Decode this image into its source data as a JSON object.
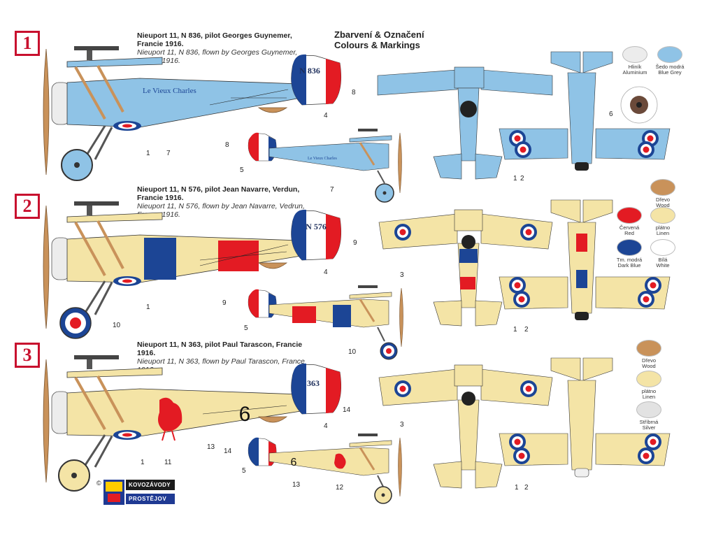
{
  "sections": [
    {
      "number": "1",
      "title_cz": "Nieuport 11, N 836, pilot Georges Guynemer, Francie 1916.",
      "title_en": "Nieuport 11, N 836, flown by Georges Guynemer, France 1916.",
      "fuselage_text": "Le Vieux Charles",
      "rudder_serial": "N 836",
      "callouts_large": [
        "8",
        "4",
        "7",
        "1"
      ],
      "callouts_small": [
        "8",
        "5",
        "7"
      ],
      "callouts_plan": [
        "6",
        "1",
        "2"
      ]
    },
    {
      "number": "2",
      "title_cz": "Nieuport 11, N 576, pilot Jean Navarre, Verdun, Francie 1916.",
      "title_en": "Nieuport 11, N 576, flown by Jean Navarre, Vedrun, France 1916.",
      "rudder_serial": "N 576",
      "callouts_large": [
        "9",
        "4",
        "1",
        "10"
      ],
      "callouts_small": [
        "9",
        "5",
        "10"
      ],
      "callouts_plan": [
        "3",
        "1",
        "2"
      ]
    },
    {
      "number": "3",
      "title_cz": "Nieuport 11, N 363, pilot Paul Tarascon, Francie 1916.",
      "title_en": "Nieuport 11, N 363, flown by Paul Tarascon, France 1916.",
      "rudder_serial": "363",
      "fuselage_number": "6",
      "callouts_large": [
        "14",
        "4",
        "13",
        "1",
        "11"
      ],
      "callouts_small": [
        "14",
        "5",
        "13",
        "12"
      ],
      "callouts_plan": [
        "3",
        "1",
        "2"
      ]
    }
  ],
  "heading": {
    "line1": "Zbarvení & Označení",
    "line2": "Colours & Markings"
  },
  "swatches_1": [
    {
      "cz": "Hliník",
      "en": "Aluminium",
      "color": "#ececec"
    },
    {
      "cz": "Šedo modrá",
      "en": "Blue Grey",
      "color": "#8fc3e6"
    }
  ],
  "swatches_2": [
    {
      "cz": "Dřevo",
      "en": "Wood",
      "color": "#c9925a"
    },
    {
      "cz": "Červená",
      "en": "Red",
      "color": "#e31b23"
    },
    {
      "cz": "plátno",
      "en": "Linen",
      "color": "#f4e4a6"
    },
    {
      "cz": "Tm. modrá",
      "en": "Dark Blue",
      "color": "#1c4595"
    },
    {
      "cz": "Bílá",
      "en": "White",
      "color": "#ffffff"
    }
  ],
  "swatches_3": [
    {
      "cz": "Dřevo",
      "en": "Wood",
      "color": "#c9925a"
    },
    {
      "cz": "plátno",
      "en": "Linen",
      "color": "#f4e4a6"
    },
    {
      "cz": "Stříbrná",
      "en": "Silver",
      "color": "#e2e2e2"
    }
  ],
  "logo": {
    "copyright": "©",
    "line1": "KOVOZÁVODY",
    "line2": "PROSTĚJOV"
  },
  "colors": {
    "blue_grey": "#8fc3e6",
    "linen": "#f4e4a6",
    "red": "#e31b23",
    "dark_blue": "#1c4595",
    "wood": "#c9925a"
  }
}
